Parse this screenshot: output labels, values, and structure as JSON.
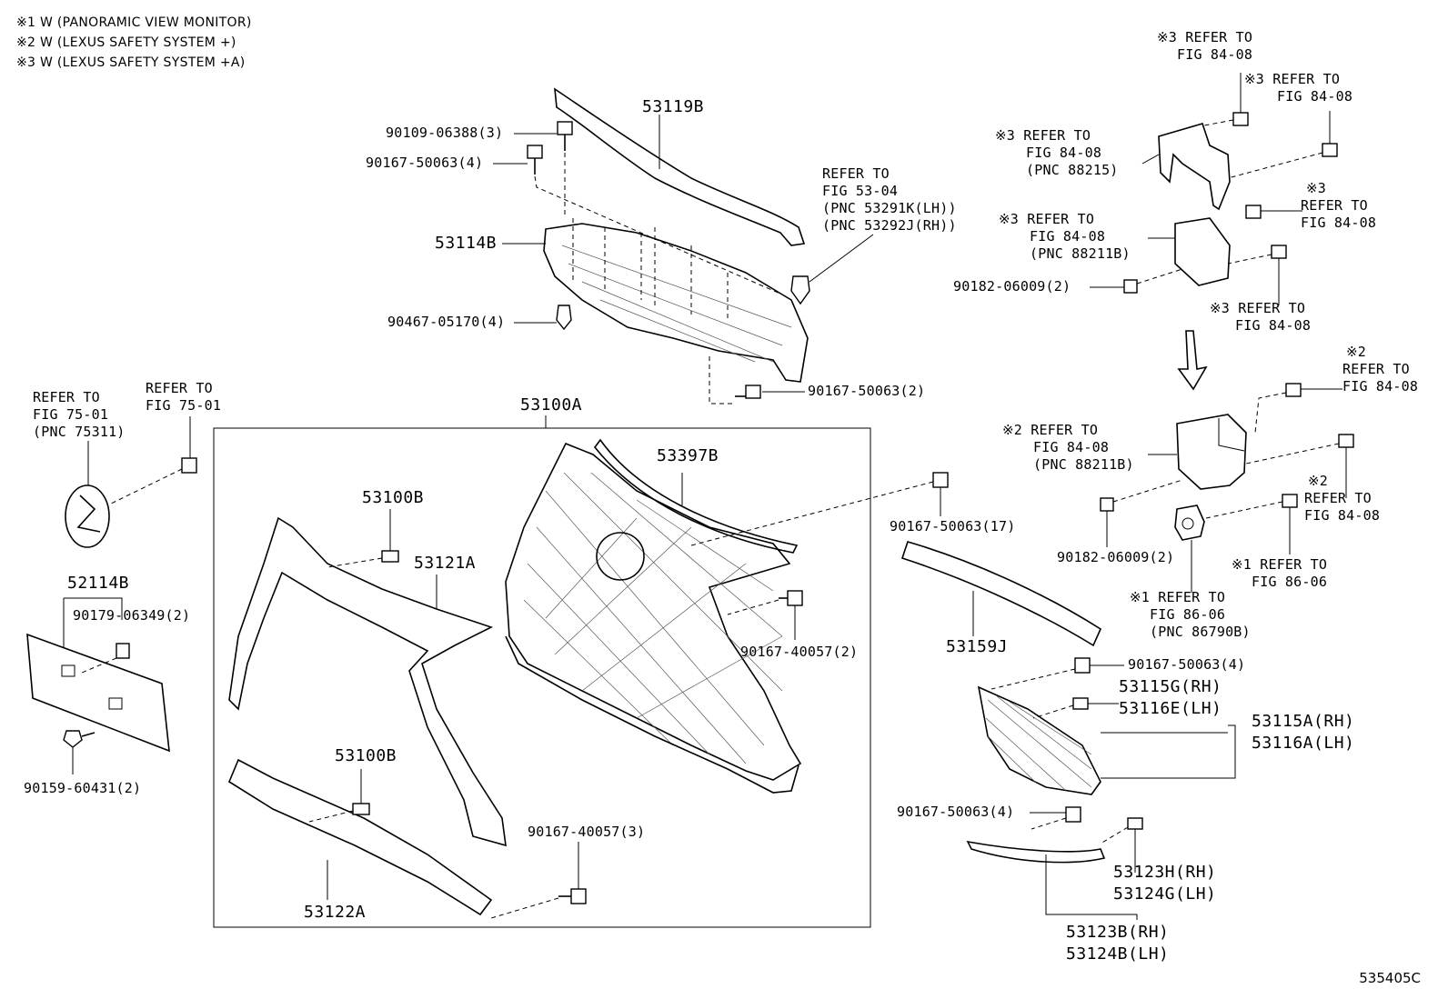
{
  "notes": [
    "※1 W (PANORAMIC VIEW MONITOR)",
    "※2 W (LEXUS SAFETY SYSTEM +)",
    "※3 W (LEXUS SAFETY SYSTEM +A)"
  ],
  "figure_id": "535405C",
  "labels": {
    "p53119B": "53119B",
    "p90109_06388": "90109-06388(3)",
    "p90167_50063_4a": "90167-50063(4)",
    "ref_53_04": [
      "REFER TO",
      "FIG 53-04",
      "(PNC 53291K(LH))",
      "(PNC 53292J(RH))"
    ],
    "p53114B": "53114B",
    "p90467_05170": "90467-05170(4)",
    "p90167_50063_2": "90167-50063(2)",
    "ref_75_01a": [
      "REFER TO",
      "FIG 75-01",
      "(PNC 75311)"
    ],
    "ref_75_01b": [
      "REFER TO",
      "FIG 75-01"
    ],
    "p53100A": "53100A",
    "p53397B": "53397B",
    "p53100B_a": "53100B",
    "p53121A": "53121A",
    "p52114B": "52114B",
    "p90179_06349": "90179-06349(2)",
    "p90159_60431": "90159-60431(2)",
    "p53100B_b": "53100B",
    "p90167_40057_3": "90167-40057(3)",
    "p53122A": "53122A",
    "p90167_40057_2": "90167-40057(2)",
    "p90167_50063_17": "90167-50063(17)",
    "p53159J": "53159J",
    "ref_84_08_top1": [
      "※3 REFER TO",
      "FIG 84-08"
    ],
    "ref_84_08_top2": [
      "※3 REFER TO",
      "FIG 84-08"
    ],
    "ref_84_08_88215": [
      "※3 REFER TO",
      "FIG 84-08",
      "(PNC 88215)"
    ],
    "ref_84_08_side3": [
      "※3",
      "REFER TO",
      "FIG 84-08"
    ],
    "ref_84_08_88211B_a": [
      "※3 REFER TO",
      "FIG 84-08",
      "(PNC 88211B)"
    ],
    "p90182_06009_a": "90182-06009(2)",
    "ref_84_08_bot3": [
      "※3 REFER TO",
      "FIG 84-08"
    ],
    "ref_84_08_side2a": [
      "※2",
      "REFER TO",
      "FIG 84-08"
    ],
    "ref_84_08_88211B_b": [
      "※2 REFER TO",
      "FIG 84-08",
      "(PNC 88211B)"
    ],
    "ref_84_08_side2b": [
      "※2",
      "REFER TO",
      "FIG 84-08"
    ],
    "p90182_06009_b": "90182-06009(2)",
    "ref_86_06_a": [
      "※1 REFER TO",
      "FIG 86-06"
    ],
    "ref_86_06_b": [
      "※1 REFER TO",
      "FIG 86-06",
      "(PNC 86790B)"
    ],
    "p90167_50063_4b": "90167-50063(4)",
    "p53115G": "53115G(RH)",
    "p53116E": "53116E(LH)",
    "p53115A": "53115A(RH)",
    "p53116A": "53116A(LH)",
    "p90167_50063_4c": "90167-50063(4)",
    "p53123H": "53123H(RH)",
    "p53124G": "53124G(LH)",
    "p53123B": "53123B(RH)",
    "p53124B": "53124B(LH)"
  }
}
